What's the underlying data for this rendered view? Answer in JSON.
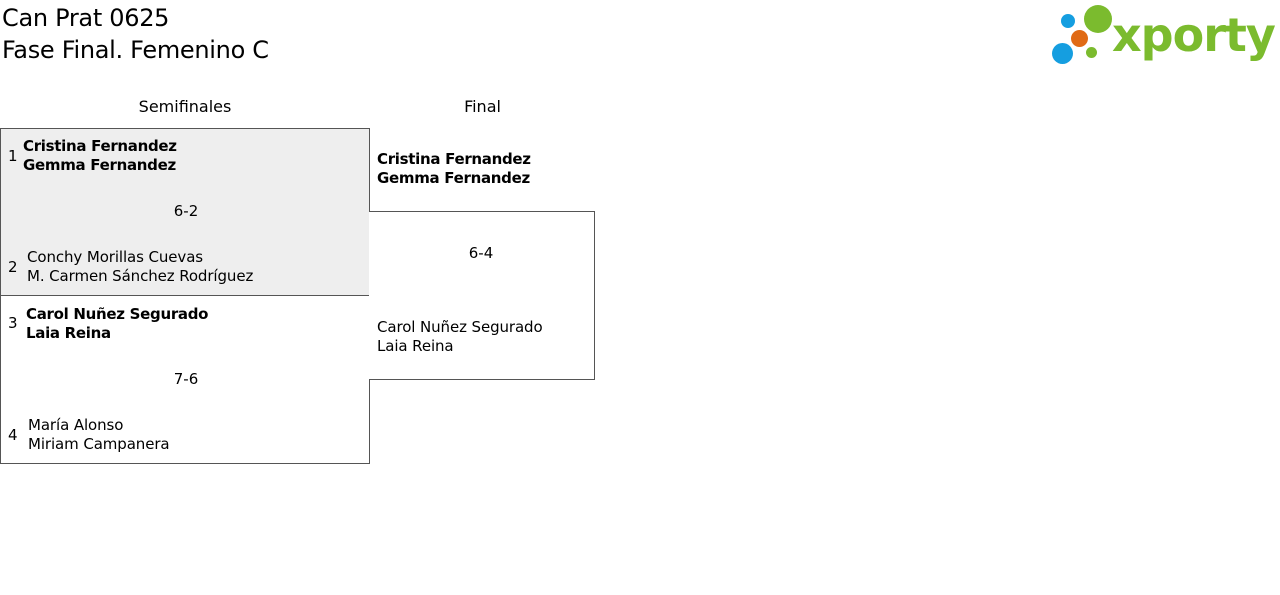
{
  "header": {
    "title": "Can Prat 0625",
    "subtitle": "Fase Final. Femenino C"
  },
  "logo": {
    "text": "xporty",
    "colors": {
      "green": "#7bbb2e",
      "blue": "#159ee0",
      "orange": "#e06a15"
    }
  },
  "rounds": {
    "semis": "Semifinales",
    "final": "Final"
  },
  "semis": [
    {
      "top": {
        "seed": "1",
        "player1": "Cristina Fernandez",
        "player2": "Gemma Fernandez",
        "winner": true
      },
      "score": "6-2",
      "bottom": {
        "seed": "2",
        "player1": "Conchy Morillas Cuevas",
        "player2": "M. Carmen Sánchez Rodríguez",
        "winner": false
      }
    },
    {
      "top": {
        "seed": "3",
        "player1": "Carol Nuñez Segurado",
        "player2": "Laia Reina",
        "winner": true
      },
      "score": "7-6",
      "bottom": {
        "seed": "4",
        "player1": "María Alonso",
        "player2": "Miriam Campanera",
        "winner": false
      }
    }
  ],
  "final": {
    "top": {
      "player1": "Cristina Fernandez",
      "player2": "Gemma Fernandez",
      "winner": true
    },
    "score": "6-4",
    "bottom": {
      "player1": "Carol Nuñez Segurado",
      "player2": "Laia Reina",
      "winner": false
    }
  }
}
